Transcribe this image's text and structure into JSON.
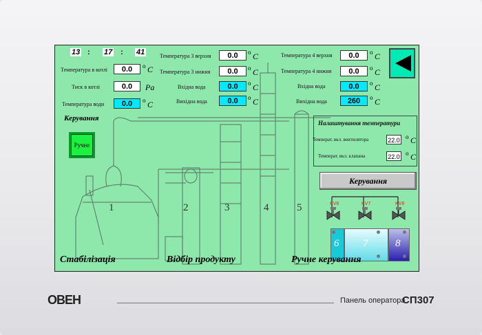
{
  "time": {
    "h": "13",
    "m": "17",
    "s": "41",
    "sep": ":"
  },
  "boiler": {
    "temp_label": "Температура в котлі",
    "temp": "0.0",
    "pressure_label": "Тиск в котлі",
    "pressure": "0.0",
    "pressure_unit": "Pa",
    "water_label": "Температура води",
    "water": "0.0"
  },
  "col3": {
    "top_label": "Температура 3 верхня",
    "top": "0.0",
    "bottom_label": "Температура 3 нижня",
    "bottom": "0.0",
    "out_label": "Вхідна вода",
    "out": "0.0",
    "in_label": "Вихідна вода",
    "in": "0.0"
  },
  "col4": {
    "top_label": "Температура 4 верхня",
    "top": "0.0",
    "bottom_label": "Температура 4 нижня",
    "bottom": "0.0",
    "out_label": "Вхідна вода",
    "out": "0.0",
    "in_label": "Вихідна вода",
    "in": "260"
  },
  "units": {
    "deg": "o",
    "c": "C"
  },
  "control_label": "Керування",
  "manual_button": "Ручне",
  "settings": {
    "title": "Налаштування температури",
    "fan_label": "Температ. вкл. вентилятора",
    "fan": "22.0",
    "valve_label": "Температ. вкл. клапана",
    "valve": "22.0"
  },
  "control_button": "Керування",
  "valves": [
    "KV6",
    "KV7",
    "KV8"
  ],
  "tank_numbers": [
    "6",
    "7",
    "8"
  ],
  "column_numbers": [
    "1",
    "2",
    "3",
    "4",
    "5"
  ],
  "sections": [
    "Стабілізація",
    "Відбір продукту",
    "Ручне керування"
  ],
  "device": {
    "brand": "ОВЕН",
    "title": "Панель оператора",
    "model": "СП307"
  },
  "colors": {
    "background": "#8ee8ac",
    "cyan": "#00eaff",
    "manual": "#1cf041",
    "back": "#00eab6"
  }
}
